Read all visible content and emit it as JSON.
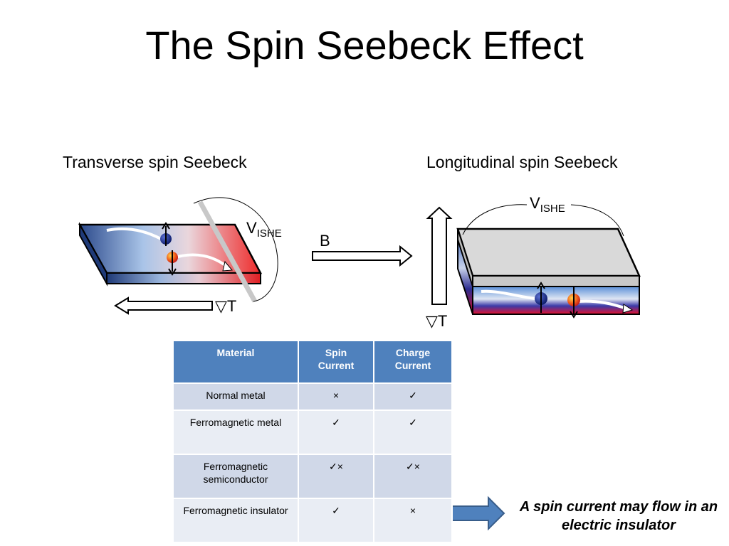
{
  "title": "The Spin Seebeck Effect",
  "transverse": {
    "heading": "Transverse spin Seebeck",
    "voltage_main": "V",
    "voltage_sub": "ISHE",
    "gradient_label": "▽T"
  },
  "field_label": "B",
  "longitudinal": {
    "heading": "Longitudinal spin Seebeck",
    "voltage_main": "V",
    "voltage_sub": "ISHE",
    "gradient_label": "▽T"
  },
  "table": {
    "headers": [
      "Material",
      "Spin\nCurrent",
      "Charge\nCurrent"
    ],
    "rows": [
      {
        "material": "Normal metal",
        "spin": "×",
        "charge": "✓"
      },
      {
        "material": "Ferromagnetic metal",
        "spin": "✓",
        "charge": "✓"
      },
      {
        "material": "Ferromagnetic semiconductor",
        "spin": "✓×",
        "charge": "✓×"
      },
      {
        "material": "Ferromagnetic insulator",
        "spin": "✓",
        "charge": "×"
      }
    ]
  },
  "callout": "A spin current may flow in an electric insulator",
  "colors": {
    "cold": "#2c4a8c",
    "hot": "#e8222e",
    "table_header": "#4f81bd",
    "arrow_fill": "#4f81bd"
  }
}
